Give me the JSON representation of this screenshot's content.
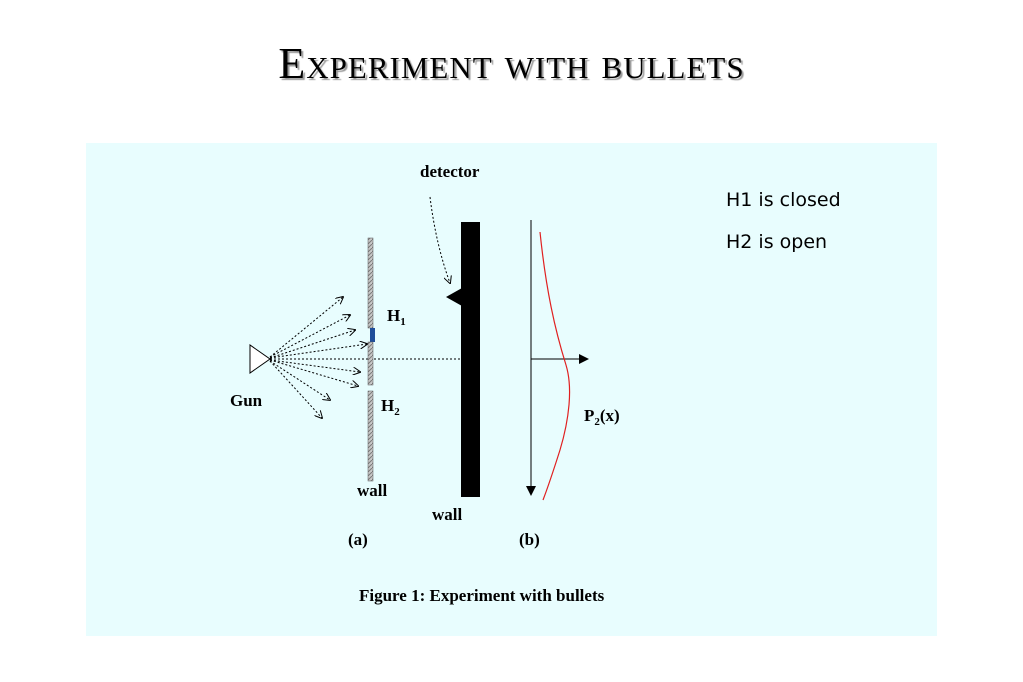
{
  "slide": {
    "title": "Experiment with bullets"
  },
  "status": {
    "h1": "H1 is closed",
    "h2": "H2 is open"
  },
  "labels": {
    "detector": "detector",
    "gun": "Gun",
    "h1_main": "H",
    "h1_sub": "1",
    "h2_main": "H",
    "h2_sub": "2",
    "wall_a": "wall",
    "wall_b": "wall",
    "panel_a": "(a)",
    "panel_b": "(b)",
    "dist_main": "P",
    "dist_sub": "2",
    "dist_arg": "(x)",
    "caption": "Figure 1: Experiment with bullets"
  },
  "colors": {
    "panel_bg": "#e8fdfe",
    "curve": "#e02020",
    "hole_marker": "#1f4e9a"
  }
}
